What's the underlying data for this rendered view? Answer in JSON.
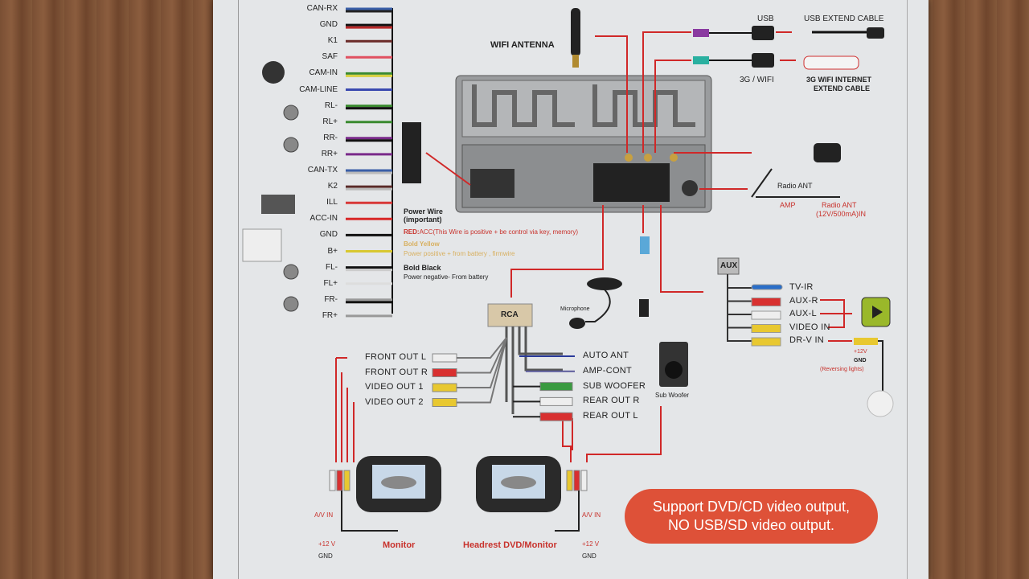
{
  "wires": [
    {
      "label": "CAN-RX",
      "colors": [
        "#3a5fa8",
        "#222"
      ]
    },
    {
      "label": "GND",
      "colors": [
        "#111",
        "#b82828"
      ]
    },
    {
      "label": "K1",
      "colors": [
        "#6a2a28"
      ]
    },
    {
      "label": "SAF",
      "colors": [
        "#e05060"
      ]
    },
    {
      "label": "CAM-IN",
      "colors": [
        "#3a8a30",
        "#d8d040"
      ]
    },
    {
      "label": "CAM-LINE",
      "colors": [
        "#3a4ab0"
      ]
    },
    {
      "label": "RL-",
      "colors": [
        "#3a8a30",
        "#111"
      ]
    },
    {
      "label": "RL+",
      "colors": [
        "#3a8a30"
      ]
    },
    {
      "label": "RR-",
      "colors": [
        "#7a2a8a",
        "#111"
      ]
    },
    {
      "label": "RR+",
      "colors": [
        "#7a2a8a"
      ]
    },
    {
      "label": "CAN-TX",
      "colors": [
        "#3a5fa8",
        "#bbb"
      ]
    },
    {
      "label": "K2",
      "colors": [
        "#5a2a28",
        "#bbb"
      ]
    },
    {
      "label": "ILL",
      "colors": [
        "#d83838"
      ]
    },
    {
      "label": "ACC-IN",
      "colors": [
        "#d82828"
      ]
    },
    {
      "label": "GND",
      "colors": [
        "#111"
      ]
    },
    {
      "label": "B+",
      "colors": [
        "#d8c830"
      ]
    },
    {
      "label": "FL-",
      "colors": [
        "#111",
        "#ccc"
      ]
    },
    {
      "label": "FL+",
      "colors": [
        "#ddd"
      ]
    },
    {
      "label": "FR-",
      "colors": [
        "#999",
        "#111"
      ]
    },
    {
      "label": "FR+",
      "colors": [
        "#999"
      ]
    }
  ],
  "power_notes": {
    "title": "Power Wire",
    "subtitle": "(important)",
    "red_label": "RED:",
    "red_text": "ACC(This Wire is positive + be control via key, memory)",
    "yellow_title": "Bold Yellow",
    "yellow_text": "Power positive + from battery , firmwire",
    "black_title": "Bold Black",
    "black_text": "Power negative- From battery"
  },
  "top": {
    "wifi": "WIFI ANTENNA",
    "usb": "USB",
    "usb_ext": "USB EXTEND CABLE",
    "g3": "3G / WIFI",
    "g3_ext": "3G WIFI INTERNET",
    "g3_ext2": "EXTEND CABLE"
  },
  "radio": {
    "ant": "Radio ANT",
    "amp": "AMP",
    "ant_in": "Radio ANT",
    "ant_in2": "(12V/500mA)IN"
  },
  "aux": {
    "title": "AUX",
    "items": [
      {
        "label": "TV-IR",
        "color": "#2a6ec8"
      },
      {
        "label": "AUX-R",
        "color": "#d83030"
      },
      {
        "label": "AUX-L",
        "color": "#eeeeee"
      },
      {
        "label": "VIDEO IN",
        "color": "#e8c830"
      },
      {
        "label": "DR-V IN",
        "color": "#e8c830"
      }
    ],
    "plus12": "+12V",
    "gnd": "GND",
    "reversing": "(Reversing lights)"
  },
  "rca": {
    "title": "RCA",
    "left": [
      {
        "label": "FRONT OUT L",
        "color": "#eeeeee"
      },
      {
        "label": "FRONT OUT R",
        "color": "#d83030"
      },
      {
        "label": "VIDEO OUT 1",
        "color": "#e8c830"
      },
      {
        "label": "VIDEO OUT 2",
        "color": "#e8c830"
      }
    ],
    "right": [
      {
        "label": "AUTO ANT",
        "color": "#2a3a9a"
      },
      {
        "label": "AMP-CONT",
        "color": "#5a5a9a"
      },
      {
        "label": "SUB WOOFER",
        "color": "#3a9a40"
      },
      {
        "label": "REAR OUT R",
        "color": "#eeeeee"
      },
      {
        "label": "REAR OUT L",
        "color": "#d83030"
      }
    ]
  },
  "microphone": "Microphone",
  "subwoofer": "Sub Woofer",
  "monitors": {
    "left": "Monitor",
    "right": "Headrest DVD/Monitor",
    "avin": "A/V IN",
    "plus12": "+12 V",
    "gnd": "GND"
  },
  "banner": {
    "line1": "Support  DVD/CD video output,",
    "line2": "NO USB/SD video output."
  }
}
